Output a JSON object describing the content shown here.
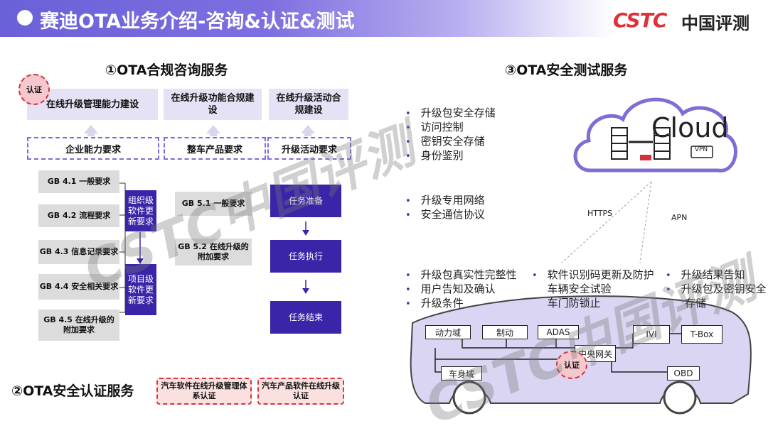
{
  "header": {
    "title": "赛迪OTA业务介绍-咨询&认证&测试",
    "logo_cstc": "CSTC",
    "logo_cn": "中国评测"
  },
  "section1": {
    "title": "①OTA合规咨询服务",
    "cert_badge": "认证",
    "top_boxes": [
      "在线升级管理能力建设",
      "在线升级功能合规建设",
      "在线升级活动合规建设"
    ],
    "requirements": [
      "企业能力要求",
      "整车产品要求",
      "升级活动要求"
    ],
    "gb_left": [
      "GB 4.1 一般要求",
      "GB 4.2 流程要求",
      "GB 4.3 信息记录要求",
      "GB 4.4 安全相关要求",
      "GB 4.5 在线升级的附加要求"
    ],
    "levels": [
      "组织级软件更新要求",
      "项目级软件更新要求"
    ],
    "gb_mid": [
      "GB 5.1 一般要求",
      "GB 5.2 在线升级的附加要求"
    ],
    "tasks": [
      "任务准备",
      "任务执行",
      "任务结束"
    ]
  },
  "section2": {
    "title": "②OTA安全认证服务",
    "items": [
      "汽车软件在线升级管理体系认证",
      "汽车产品软件在线升级认证"
    ]
  },
  "section3": {
    "title": "③OTA安全测试服务",
    "cloud_list": [
      "升级包安全存储",
      "访问控制",
      "密钥安全存储",
      "身份鉴别"
    ],
    "net_list": [
      "升级专用网络",
      "安全通信协议"
    ],
    "https": "HTTPS",
    "apn": "APN",
    "cloud_text": "Cloud",
    "vpn": "VPN",
    "veh_col1": [
      "升级包真实性完整性",
      "用户告知及确认",
      "升级条件"
    ],
    "veh_col2": [
      "软件识别码更新及防护",
      "车辆安全试验",
      "车门防锁止"
    ],
    "veh_col3": [
      "升级结果告知",
      "升级包及密钥安全存储"
    ],
    "car": {
      "power": "动力域",
      "brake": "制动",
      "adas": "ADAS",
      "ivi": "IVI",
      "tbox": "T-Box",
      "gateway": "中央网关",
      "body": "车身域",
      "obd": "OBD",
      "cert": "认证"
    }
  },
  "colors": {
    "accent": "#3a24a8",
    "cert": "#e03040",
    "header": "#6a60d8"
  }
}
